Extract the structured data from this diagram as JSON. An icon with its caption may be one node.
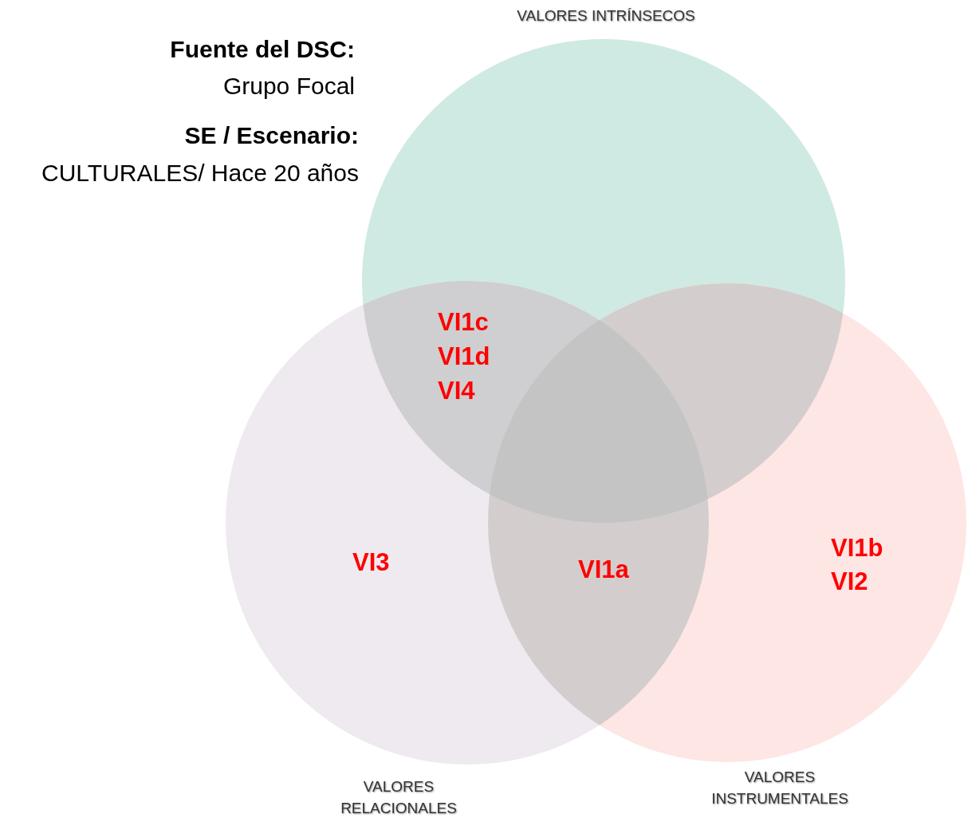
{
  "diagram": {
    "nodes": [
      {
        "text": [
          "VALORES INTRÍNSECOS"
        ]
      },
      {
        "text": [
          "VALORES RELACIONALES"
        ]
      },
      {
        "text": [
          "VALORES INSTRUMENTALES"
        ]
      }
    ],
    "labels": [
      "Fuente del DSC:",
      "Grupo Focal",
      "SE / Escenario:",
      "CULTURALES/ Hace 20 años",
      "VI1c",
      "VI1d",
      "VI4",
      "VI3",
      "VI1a",
      "VI1b",
      "VI2"
    ]
  }
}
